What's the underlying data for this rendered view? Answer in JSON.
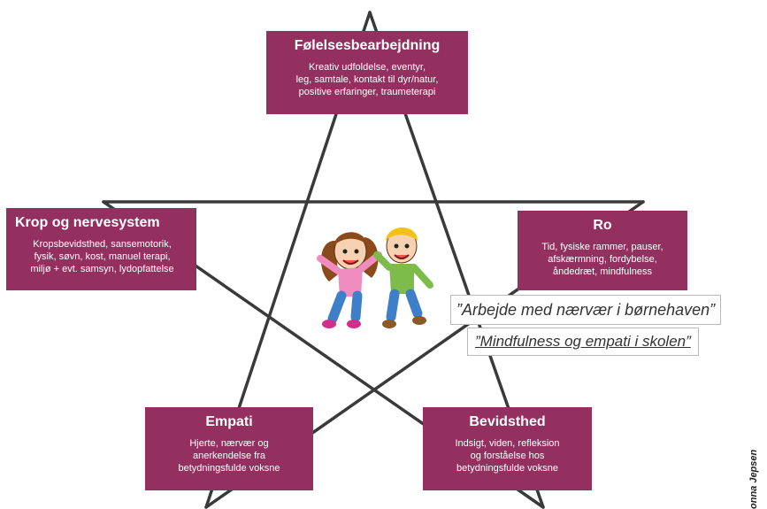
{
  "boxes": {
    "top": {
      "title": "Følelsesbearbejdning",
      "lines": [
        "Kreativ udfoldelse, eventyr,",
        "leg, samtale, kontakt til dyr/natur,",
        "positive erfaringer, traumeterapi"
      ]
    },
    "left": {
      "title": "Krop og nervesystem",
      "lines": [
        "Kropsbevidsthed, sansemotorik,",
        "fysik, søvn, kost, manuel terapi,",
        "miljø + evt. samsyn, lydopfattelse"
      ]
    },
    "right": {
      "title": "Ro",
      "lines": [
        "Tid, fysiske rammer, pauser,",
        "afskærmning, fordybelse,",
        "åndedræt, mindfulness"
      ]
    },
    "bottom_left": {
      "title": "Empati",
      "lines": [
        "Hjerte, nærvær og",
        "anerkendelse fra",
        "betydningsfulde voksne"
      ]
    },
    "bottom_right": {
      "title": "Bevidsthed",
      "lines": [
        "Indsigt, viden, refleksion",
        "og forståelse hos",
        "betydningsfulde voksne"
      ]
    }
  },
  "quotes": [
    "”Arbejde med nærvær i børnehaven”",
    "”Mindfulness og empati i skolen”"
  ],
  "author": "onna Jepsen",
  "colors": {
    "box": "#93305f",
    "star": "#3a3a3a"
  }
}
